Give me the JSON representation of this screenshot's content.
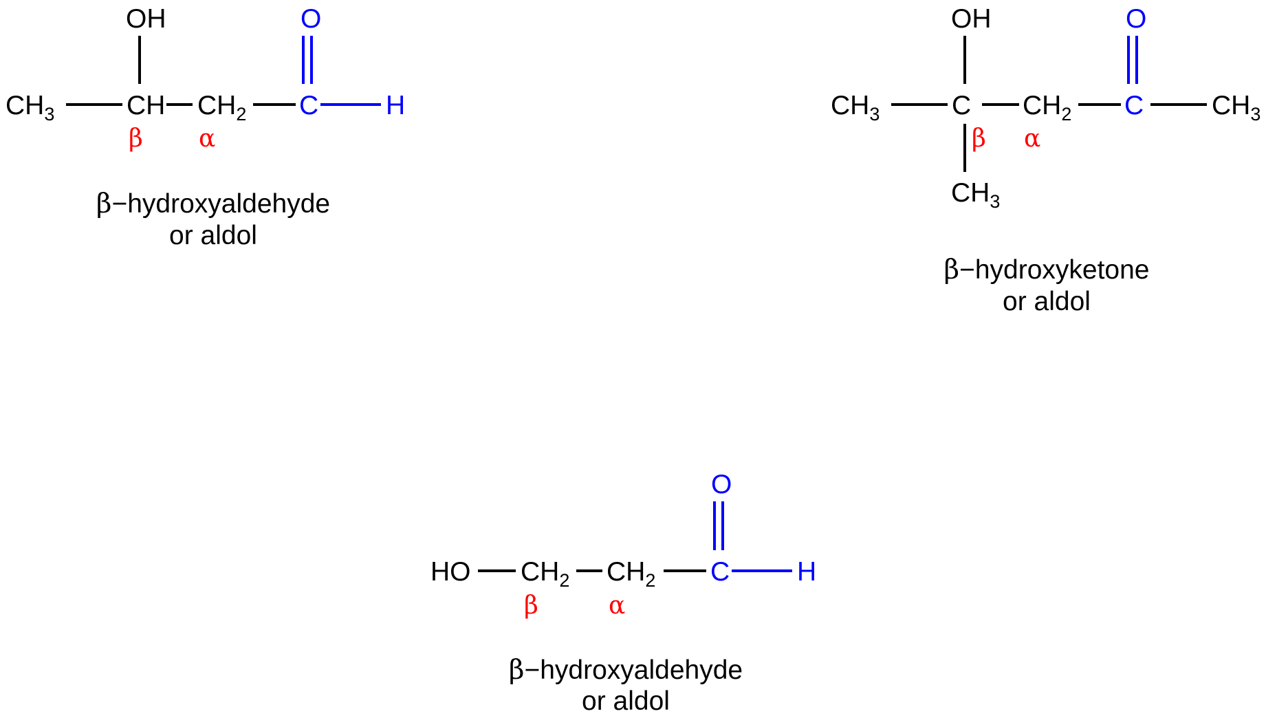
{
  "colors": {
    "black": "#000000",
    "carbonyl": "#0000ff",
    "label": "#ff0000"
  },
  "mol1": {
    "ch3": "CH",
    "ch3_sub": "3",
    "oh": "OH",
    "ch": "CH",
    "ch2": "CH",
    "ch2_sub": "2",
    "o": "O",
    "c": "C",
    "h": "H",
    "beta": "β",
    "alpha": "α",
    "caption_greek": "β",
    "caption_line1": "−hydroxyaldehyde",
    "caption_line2": "or aldol"
  },
  "mol2": {
    "ch3_left": "CH",
    "ch3_left_sub": "3",
    "oh": "OH",
    "c_center": "C",
    "ch2": "CH",
    "ch2_sub": "2",
    "o": "O",
    "c": "C",
    "ch3_right": "CH",
    "ch3_right_sub": "3",
    "ch3_bottom": "CH",
    "ch3_bottom_sub": "3",
    "beta": "β",
    "alpha": "α",
    "caption_greek": "β",
    "caption_line1": "−hydroxyketone",
    "caption_line2": "or aldol"
  },
  "mol3": {
    "ho": "HO",
    "ch2_a": "CH",
    "ch2_a_sub": "2",
    "ch2_b": "CH",
    "ch2_b_sub": "2",
    "o": "O",
    "c": "C",
    "h": "H",
    "beta": "β",
    "alpha": "α",
    "caption_greek": "β",
    "caption_line1": "−hydroxyaldehyde",
    "caption_line2": "or aldol"
  }
}
